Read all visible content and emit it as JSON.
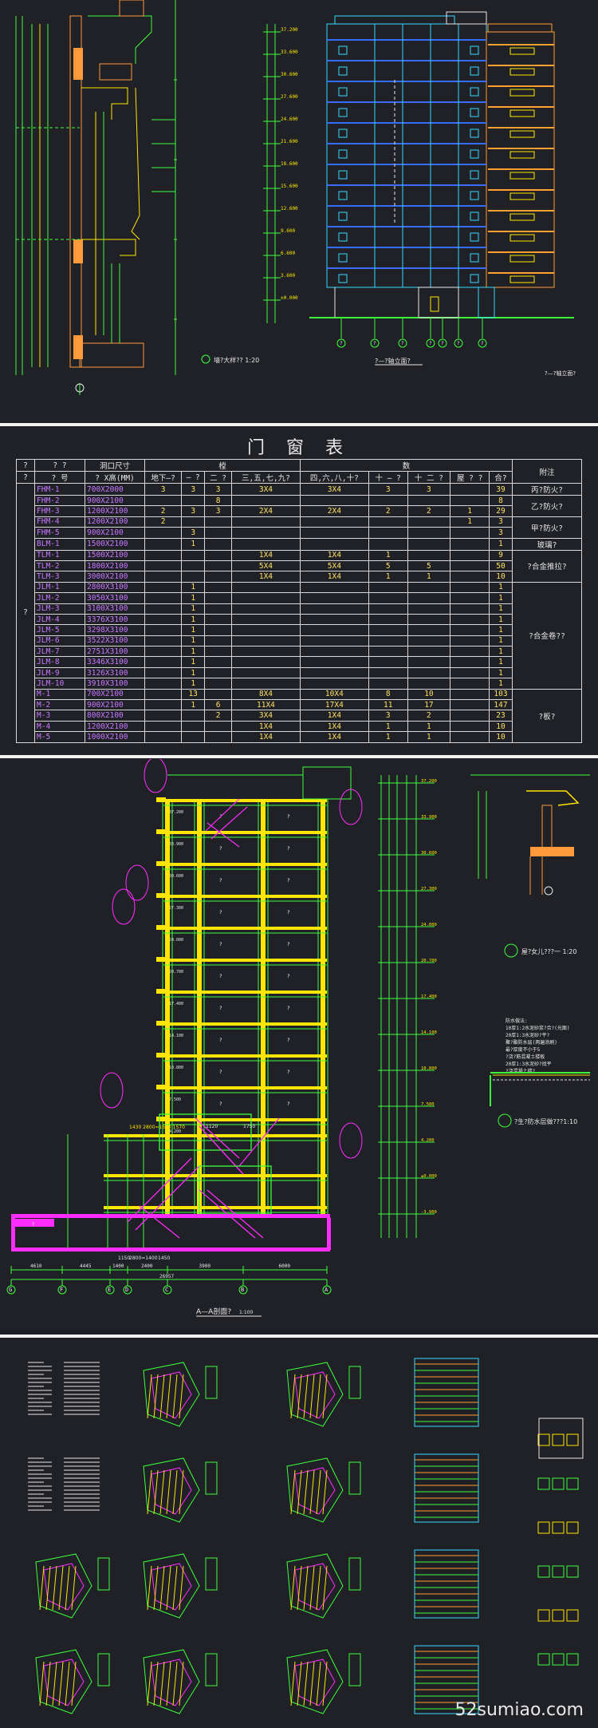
{
  "colors": {
    "background": "#1f2126",
    "green": "#3cff3c",
    "yellow": "#ffe600",
    "magenta": "#ff2cff",
    "cyan": "#36d9ff",
    "blue": "#3a6bff",
    "orange": "#ffa030",
    "white": "#e8e8e8"
  },
  "top_section": {
    "detail_caption": "墙?大样??  1:20",
    "elevation_caption": "?—?轴立面?",
    "elevation_axis_labels": [
      "?",
      "?",
      "?",
      "?",
      "?",
      "?",
      "?"
    ],
    "elevation_levels": [
      "37.200",
      "33.600",
      "30.600",
      "27.600",
      "24.600",
      "21.600",
      "18.600",
      "15.600",
      "12.600",
      "9.600",
      "6.600",
      "3.600",
      "±0.000"
    ]
  },
  "table": {
    "title": "门 窗 表",
    "headers": {
      "category_top": "?",
      "category_bottom": "?",
      "code_top": "?  ?",
      "code_bottom": "?  号",
      "opening": "洞口尺寸",
      "wxh": "? X高(MM)",
      "quantity": "数",
      "quantity_left": "樘",
      "floors": [
        "地下—?",
        "—  ?",
        "二  ?",
        "三,五,七,九?",
        "四,六,八,十?",
        "十 — ?",
        "十 二 ?",
        "屋  ?  ?",
        "合?"
      ],
      "remarks": "附注"
    },
    "group_label": "?",
    "rows": [
      {
        "code": "FHM-1",
        "size": "700X2000",
        "q": [
          "3",
          "3",
          "3",
          "3X4",
          "3X4",
          "3",
          "3",
          "",
          "39"
        ]
      },
      {
        "code": "FHM-2",
        "size": "900X2100",
        "q": [
          "",
          "",
          "8",
          "",
          "",
          "",
          "",
          "",
          "8"
        ]
      },
      {
        "code": "FHM-3",
        "size": "1200X2100",
        "q": [
          "2",
          "3",
          "3",
          "2X4",
          "2X4",
          "2",
          "2",
          "1",
          "29"
        ]
      },
      {
        "code": "FHM-4",
        "size": "1200X2100",
        "q": [
          "2",
          "",
          "",
          "",
          "",
          "",
          "",
          "1",
          "3"
        ]
      },
      {
        "code": "FHM-5",
        "size": "900X2100",
        "q": [
          "",
          "3",
          "",
          "",
          "",
          "",
          "",
          "",
          "3"
        ]
      },
      {
        "code": "BLM-1",
        "size": "1500X2100",
        "q": [
          "",
          "1",
          "",
          "",
          "",
          "",
          "",
          "",
          "1"
        ]
      },
      {
        "code": "TLM-1",
        "size": "1500X2100",
        "q": [
          "",
          "",
          "",
          "1X4",
          "1X4",
          "1",
          "",
          "",
          "9"
        ]
      },
      {
        "code": "TLM-2",
        "size": "1800X2100",
        "q": [
          "",
          "",
          "",
          "5X4",
          "5X4",
          "5",
          "5",
          "",
          "50"
        ]
      },
      {
        "code": "TLM-3",
        "size": "3000X2100",
        "q": [
          "",
          "",
          "",
          "1X4",
          "1X4",
          "1",
          "1",
          "",
          "10"
        ]
      },
      {
        "code": "JLM-1",
        "size": "2800X3100",
        "q": [
          "",
          "1",
          "",
          "",
          "",
          "",
          "",
          "",
          "1"
        ]
      },
      {
        "code": "JLM-2",
        "size": "3050X3100",
        "q": [
          "",
          "1",
          "",
          "",
          "",
          "",
          "",
          "",
          "1"
        ]
      },
      {
        "code": "JLM-3",
        "size": "3100X3100",
        "q": [
          "",
          "1",
          "",
          "",
          "",
          "",
          "",
          "",
          "1"
        ]
      },
      {
        "code": "JLM-4",
        "size": "3376X3100",
        "q": [
          "",
          "1",
          "",
          "",
          "",
          "",
          "",
          "",
          "1"
        ]
      },
      {
        "code": "JLM-5",
        "size": "3298X3100",
        "q": [
          "",
          "1",
          "",
          "",
          "",
          "",
          "",
          "",
          "1"
        ]
      },
      {
        "code": "JLM-6",
        "size": "3522X3100",
        "q": [
          "",
          "1",
          "",
          "",
          "",
          "",
          "",
          "",
          "1"
        ]
      },
      {
        "code": "JLM-7",
        "size": "2751X3100",
        "q": [
          "",
          "1",
          "",
          "",
          "",
          "",
          "",
          "",
          "1"
        ]
      },
      {
        "code": "JLM-8",
        "size": "3346X3100",
        "q": [
          "",
          "1",
          "",
          "",
          "",
          "",
          "",
          "",
          "1"
        ]
      },
      {
        "code": "JLM-9",
        "size": "3126X3100",
        "q": [
          "",
          "1",
          "",
          "",
          "",
          "",
          "",
          "",
          "1"
        ]
      },
      {
        "code": "JLM-10",
        "size": "3910X3100",
        "q": [
          "",
          "1",
          "",
          "",
          "",
          "",
          "",
          "",
          "1"
        ]
      },
      {
        "code": "M-1",
        "size": "700X2100",
        "q": [
          "",
          "13",
          "",
          "8X4",
          "10X4",
          "8",
          "10",
          "",
          "103"
        ]
      },
      {
        "code": "M-2",
        "size": "900X2100",
        "q": [
          "",
          "1",
          "6",
          "11X4",
          "17X4",
          "11",
          "17",
          "",
          "147"
        ]
      },
      {
        "code": "M-3",
        "size": "800X2100",
        "q": [
          "",
          "",
          "2",
          "3X4",
          "1X4",
          "3",
          "2",
          "",
          "23"
        ]
      },
      {
        "code": "M-4",
        "size": "1200X2100",
        "q": [
          "",
          "",
          "",
          "1X4",
          "1X4",
          "1",
          "1",
          "",
          "10"
        ]
      },
      {
        "code": "M-5",
        "size": "1000X2100",
        "q": [
          "",
          "",
          "",
          "1X4",
          "1X4",
          "1",
          "1",
          "",
          "10"
        ]
      }
    ],
    "remarks": [
      {
        "text": "丙?防火?",
        "start": 0,
        "span": 1
      },
      {
        "text": "乙?防火?",
        "start": 1,
        "span": 2
      },
      {
        "text": "甲?防火?",
        "start": 3,
        "span": 2
      },
      {
        "text": "玻璃?",
        "start": 5,
        "span": 1
      },
      {
        "text": "?合金推拉?",
        "start": 6,
        "span": 3
      },
      {
        "text": "?合金卷??",
        "start": 9,
        "span": 10
      },
      {
        "text": "?板?",
        "start": 19,
        "span": 5
      }
    ]
  },
  "section_drawing": {
    "caption": "A—A剖面?",
    "scale": "1:100",
    "detail1_caption": "屋?女儿???一 1:20",
    "detail2_caption": "?生?防水层做???1:10",
    "notes": [
      "防水做法:",
      "10厚1:2水泥砂浆?合?(光面)",
      "20厚1:3水泥砂?平?",
      "聚?酯防水层(两遍涂刷)",
      "最?厚度不小于5",
      "?浇?筋混凝土楼板",
      "20厚1:3水泥砂?找平",
      "?浇混凝土楼?"
    ],
    "axis_labels": [
      "G",
      "F",
      "E",
      "D",
      "C",
      "B",
      "A"
    ],
    "dims": [
      "4610",
      "4445",
      "1400",
      "2400",
      "3900",
      "6000"
    ],
    "total_dim": "26957",
    "elevations": [
      "37.200",
      "33.900",
      "30.600",
      "27.300",
      "24.000",
      "20.700",
      "17.400",
      "14.100",
      "10.800",
      "7.500",
      "4.200",
      "±0.000",
      "-3.900"
    ],
    "room_label": "?",
    "stair_dims": [
      "1430  2800=1650  1570",
      "1120",
      "1750"
    ],
    "bottom_dims": [
      "1150",
      "2800=1400",
      "1450"
    ]
  },
  "thumbnails": {
    "count": 24
  },
  "watermark": "52sumiao.com"
}
